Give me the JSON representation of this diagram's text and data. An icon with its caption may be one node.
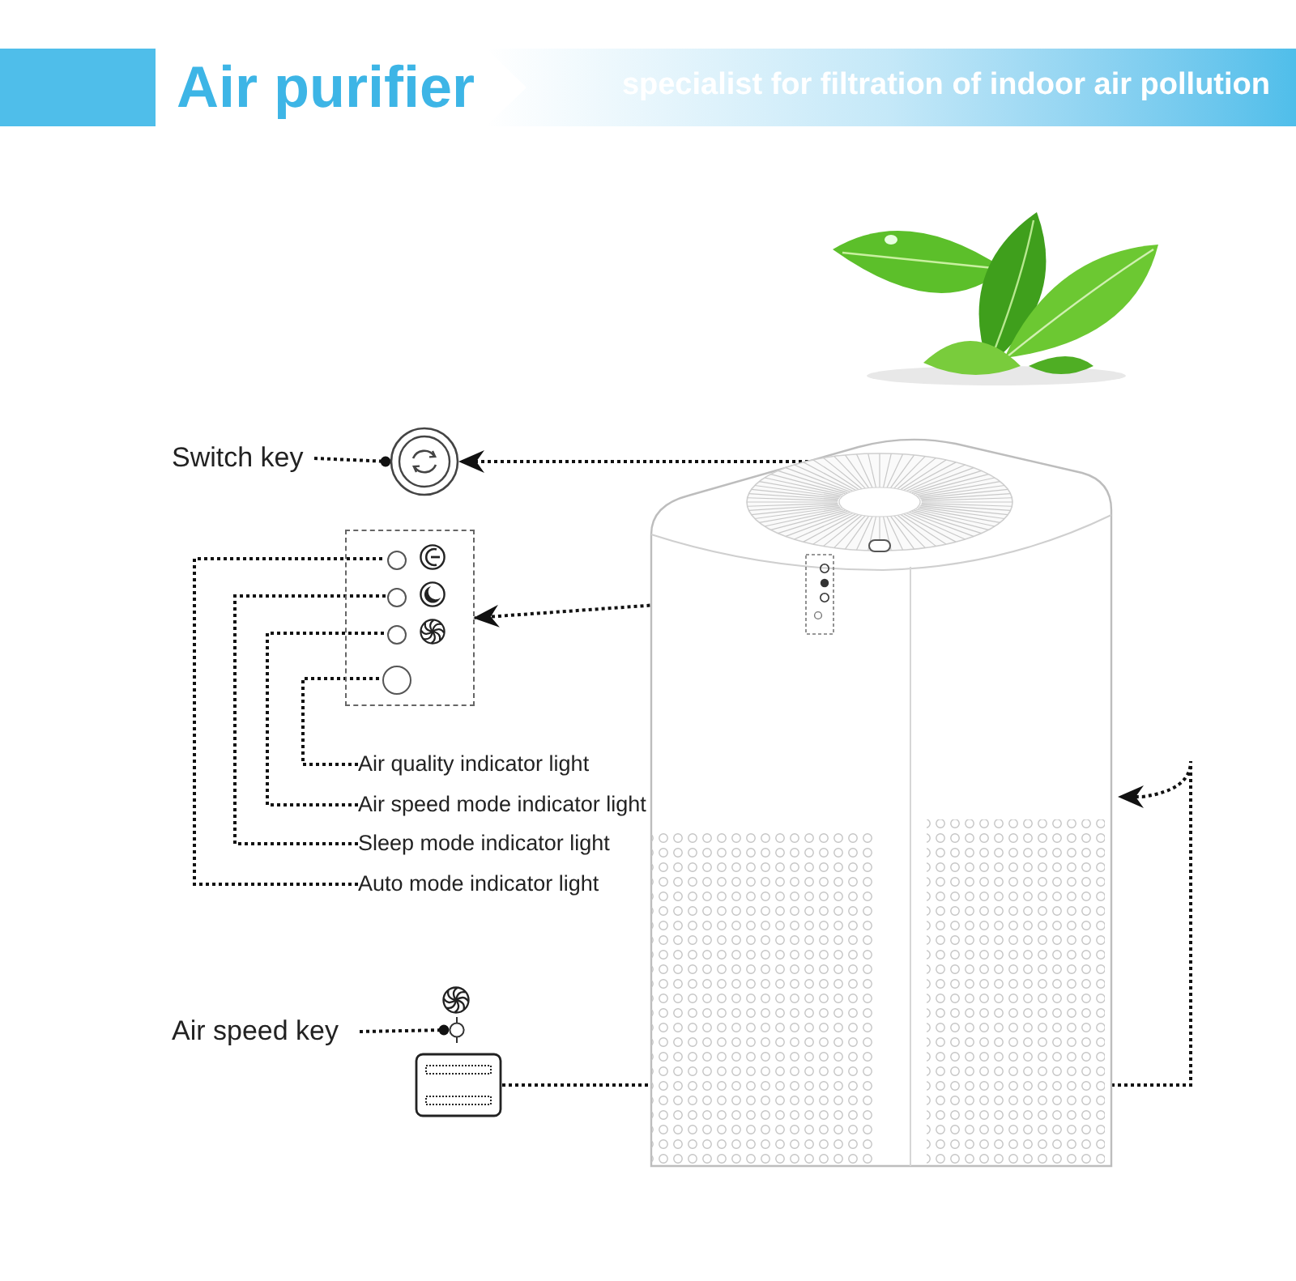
{
  "diagram": {
    "title": "Air purifier",
    "nodes": [
      {
        "text": [
          "Switch key"
        ]
      },
      {
        "text": [],
        "shape": "circle"
      },
      {
        "text": [],
        "shape": "box"
      },
      {
        "text": [],
        "shape": "circle",
        "in": 2
      },
      {
        "text": [],
        "shape": "circle",
        "in": 2
      },
      {
        "text": [],
        "shape": "circle",
        "in": 2
      },
      {
        "text": [],
        "shape": "circle",
        "in": 2
      },
      {
        "text": [
          "Air quality indicator light"
        ]
      },
      {
        "text": [
          "Air speed mode indicator light"
        ]
      },
      {
        "text": [
          "Sleep mode indicator light"
        ]
      },
      {
        "text": [
          "Auto mode indicator light"
        ]
      },
      {
        "text": [
          "Air speed key"
        ]
      },
      {
        "text": [],
        "shape": "circle"
      },
      {
        "text": [],
        "shape": "box"
      },
      {
        "text": [],
        "shape": "picture"
      },
      {
        "text": [],
        "shape": "circle",
        "in": 14
      },
      {
        "text": [],
        "shape": "box",
        "in": 14
      }
    ],
    "edges": [
      {
        "from": 0,
        "to": 1,
        "arrow": "other"
      },
      {
        "from": 7,
        "to": 6,
        "arrow": "none"
      },
      {
        "from": 8,
        "to": 5,
        "arrow": "none"
      },
      {
        "from": 9,
        "to": 4,
        "arrow": "none"
      },
      {
        "from": 10,
        "to": 3,
        "arrow": "none"
      },
      {
        "from": 11,
        "to": 12,
        "arrow": "other"
      },
      {
        "from": 15,
        "to": 1,
        "arrow": "to"
      },
      {
        "from": 16,
        "to": 2,
        "arrow": "to"
      },
      {
        "from": 13,
        "to": 14,
        "arrow": "to"
      }
    ],
    "labels": [
      "specialist for filtration of indoor air pollution"
    ]
  }
}
